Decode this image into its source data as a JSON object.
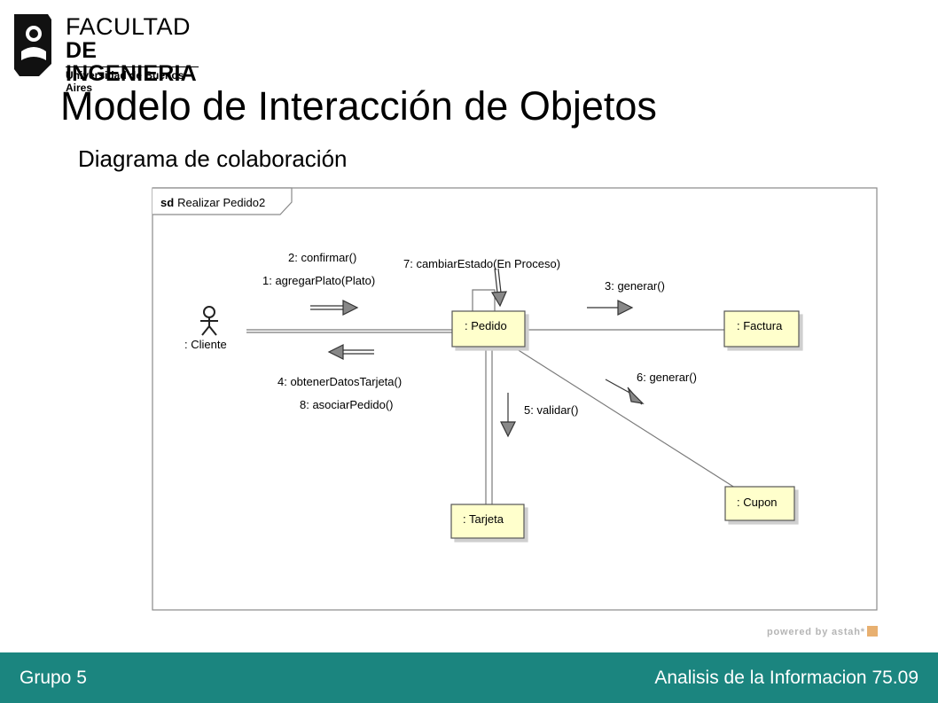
{
  "header": {
    "logo_line1": "FACULTAD",
    "logo_line2": "DE INGENIERIA",
    "logo_line3": "Universidad de Buenos Aires"
  },
  "title": "Modelo de Interacción de Objetos",
  "subtitle": "Diagrama de colaboración",
  "diagram": {
    "frame_keyword": "sd",
    "frame_name": "Realizar Pedido2",
    "actor": ": Cliente",
    "objects": {
      "pedido": ": Pedido",
      "factura": ": Factura",
      "tarjeta": ": Tarjeta",
      "cupon": ": Cupon"
    },
    "messages": {
      "m2": "2: confirmar()",
      "m1": "1: agregarPlato(Plato)",
      "m7": "7: cambiarEstado(En Proceso)",
      "m3": "3: generar()",
      "m4": "4: obtenerDatosTarjeta()",
      "m8": "8: asociarPedido()",
      "m5": "5: validar()",
      "m6": "6: generar()"
    },
    "colors": {
      "object_fill": "#ffffcc",
      "arrow_fill": "#888888",
      "frame_border": "#8a8a8a"
    }
  },
  "watermark": "powered by astah*",
  "footer": {
    "left": "Grupo 5",
    "right": "Analisis de la Informacion 75.09",
    "background": "#1b857f"
  }
}
